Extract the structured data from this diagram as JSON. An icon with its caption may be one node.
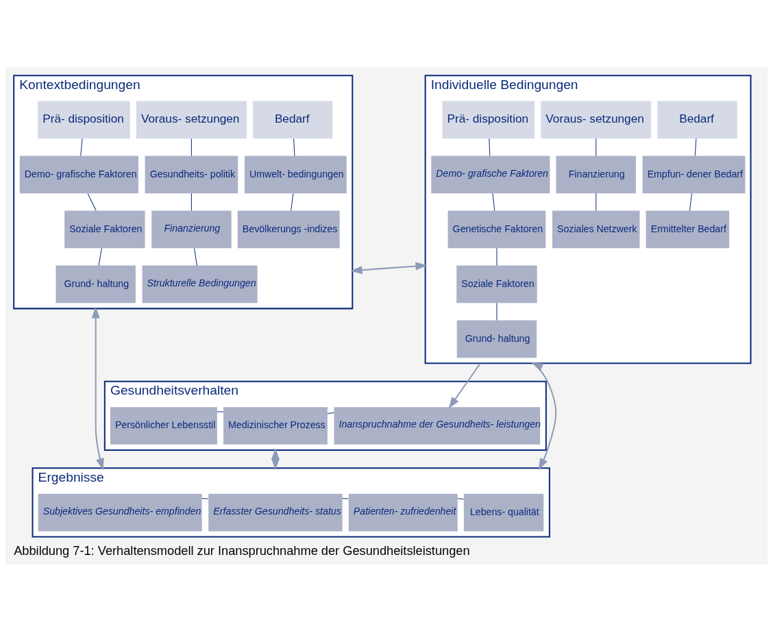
{
  "diagram": {
    "caption": "Abbildung 7-1: Verhaltensmodell zur Inanspruchnahme der Gesundheitsleistungen",
    "nodes": [
      {
        "text": [
          "Kontextbedingungen"
        ]
      },
      {
        "text": [
          "Prä- disposition"
        ],
        "in": 0
      },
      {
        "text": [
          "Voraus- setzungen"
        ],
        "in": 0
      },
      {
        "text": [
          "Bedarf"
        ],
        "in": 0
      },
      {
        "text": [
          "Demo- grafische Faktoren"
        ],
        "in": 0
      },
      {
        "text": [
          "Gesundheits- politik"
        ],
        "in": 0
      },
      {
        "text": [
          "Umwelt- bedingungen"
        ],
        "in": 0
      },
      {
        "text": [
          "Soziale Faktoren"
        ],
        "in": 0
      },
      {
        "text": [
          "Finanzierung"
        ],
        "in": 0
      },
      {
        "text": [
          "Bevölkerungs -indizes"
        ],
        "in": 0
      },
      {
        "text": [
          "Grund- haltung"
        ],
        "in": 0
      },
      {
        "text": [
          "Strukturelle Bedingungen"
        ],
        "in": 0
      },
      {
        "text": [
          "Individuelle Bedingungen"
        ]
      },
      {
        "text": [
          "Prä- disposition"
        ],
        "in": 12
      },
      {
        "text": [
          "Voraus- setzungen"
        ],
        "in": 12
      },
      {
        "text": [
          "Bedarf"
        ],
        "in": 12
      },
      {
        "text": [
          "Demo- grafische Faktoren"
        ],
        "in": 12
      },
      {
        "text": [
          "Finanzierung"
        ],
        "in": 12
      },
      {
        "text": [
          "Empfun- dener Bedarf"
        ],
        "in": 12
      },
      {
        "text": [
          "Genetische Faktoren"
        ],
        "in": 12
      },
      {
        "text": [
          "Soziales Netzwerk"
        ],
        "in": 12
      },
      {
        "text": [
          "Ermittelter Bedarf"
        ],
        "in": 12
      },
      {
        "text": [
          "Soziale Faktoren"
        ],
        "in": 12
      },
      {
        "text": [
          "Grund- haltung"
        ],
        "in": 12
      },
      {
        "text": [
          "Gesundheitsverhalten"
        ]
      },
      {
        "text": [
          "Persönlicher Lebensstil"
        ],
        "in": 24
      },
      {
        "text": [
          "Medizinischer Prozess"
        ],
        "in": 24
      },
      {
        "text": [
          "Inanspruchnahme der Gesundheits- leistungen"
        ],
        "in": 24
      },
      {
        "text": [
          "Ergebnisse"
        ]
      },
      {
        "text": [
          "Subjektives Gesundheits- empfinden"
        ],
        "in": 28
      },
      {
        "text": [
          "Erfasster Gesundheits- status"
        ],
        "in": 28
      },
      {
        "text": [
          "Patienten- zufriedenheit"
        ],
        "in": 28
      },
      {
        "text": [
          "Lebens- qualität"
        ],
        "in": 28
      }
    ],
    "edges": [
      {
        "from": 0,
        "to": 12,
        "arrow": "both",
        "color": "#8e9bb8"
      },
      {
        "from": 1,
        "to": 4,
        "arrow": "none"
      },
      {
        "from": 4,
        "to": 7,
        "arrow": "none"
      },
      {
        "from": 7,
        "to": 10,
        "arrow": "none"
      },
      {
        "from": 2,
        "to": 5,
        "arrow": "none"
      },
      {
        "from": 5,
        "to": 8,
        "arrow": "none"
      },
      {
        "from": 8,
        "to": 11,
        "arrow": "none"
      },
      {
        "from": 3,
        "to": 6,
        "arrow": "none"
      },
      {
        "from": 6,
        "to": 9,
        "arrow": "none"
      },
      {
        "from": 13,
        "to": 16,
        "arrow": "none"
      },
      {
        "from": 16,
        "to": 19,
        "arrow": "none"
      },
      {
        "from": 19,
        "to": 22,
        "arrow": "none"
      },
      {
        "from": 22,
        "to": 23,
        "arrow": "none"
      },
      {
        "from": 14,
        "to": 17,
        "arrow": "none"
      },
      {
        "from": 17,
        "to": 20,
        "arrow": "none"
      },
      {
        "from": 15,
        "to": 18,
        "arrow": "none"
      },
      {
        "from": 18,
        "to": 21,
        "arrow": "none"
      },
      {
        "from": 25,
        "to": 26,
        "arrow": "none"
      },
      {
        "from": 26,
        "to": 27,
        "arrow": "none"
      },
      {
        "from": 29,
        "to": 30,
        "arrow": "none"
      },
      {
        "from": 30,
        "to": 31,
        "arrow": "none"
      },
      {
        "from": 31,
        "to": 32,
        "arrow": "none"
      },
      {
        "from": 12,
        "to": 27,
        "arrow": "to",
        "color": "#8e9bb8"
      },
      {
        "from": 12,
        "to": 28,
        "arrow": "both",
        "color": "#8e9bb8"
      },
      {
        "from": 0,
        "to": 28,
        "arrow": "both",
        "color": "#8e9bb8"
      },
      {
        "from": 24,
        "to": 28,
        "arrow": "both",
        "color": "#8e9bb8"
      }
    ]
  }
}
